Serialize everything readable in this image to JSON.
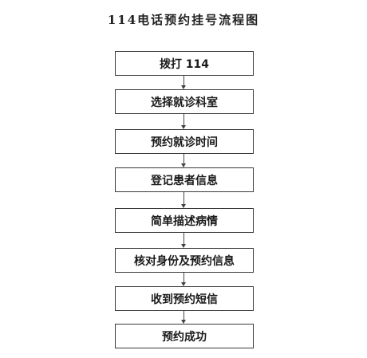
{
  "title": "114电话预约挂号流程图",
  "steps": [
    {
      "label": "拨打 114"
    },
    {
      "label": "选择就诊科室"
    },
    {
      "label": "预约就诊时间"
    },
    {
      "label": "登记患者信息"
    },
    {
      "label": "简单描述病情"
    },
    {
      "label": "核对身份及预约信息"
    },
    {
      "label": "收到预约短信"
    },
    {
      "label": "预约成功"
    }
  ]
}
